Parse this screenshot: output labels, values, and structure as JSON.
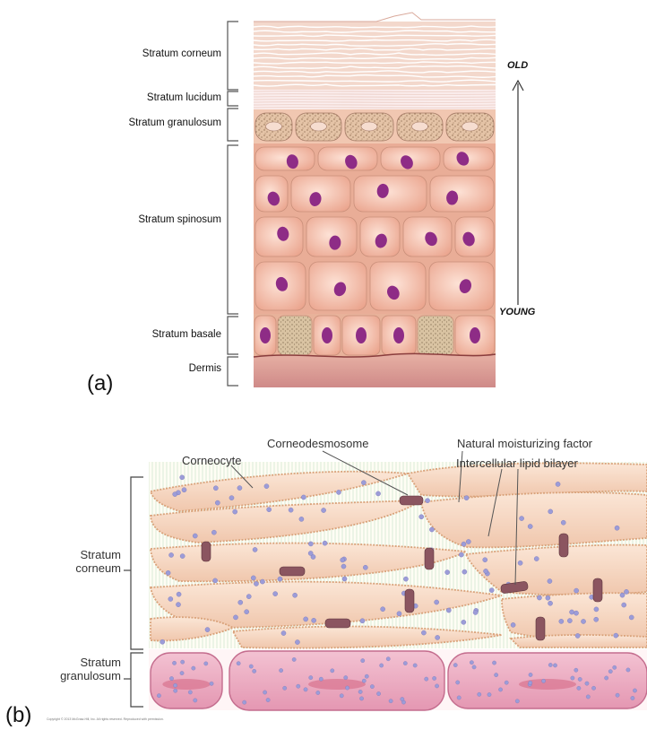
{
  "panel_a": {
    "tag": "(a)",
    "layers": [
      {
        "key": "corneum",
        "label": "Stratum corneum"
      },
      {
        "key": "lucidum",
        "label": "Stratum lucidum"
      },
      {
        "key": "granulosum",
        "label": "Stratum granulosum"
      },
      {
        "key": "spinosum",
        "label": "Stratum spinosum"
      },
      {
        "key": "basale",
        "label": "Stratum basale"
      },
      {
        "key": "dermis",
        "label": "Dermis"
      }
    ],
    "arrow_top_label": "OLD",
    "arrow_bottom_label": "YOUNG"
  },
  "panel_b": {
    "tag": "(b)",
    "labels": {
      "corneocyte": "Corneocyte",
      "corneodesmosome": "Corneodesmosome",
      "nmf": "Natural moisturizing factor",
      "lipid": "Intercellular lipid bilayer",
      "corneum_1": "Stratum",
      "corneum_2": "corneum",
      "granulosum_1": "Stratum",
      "granulosum_2": "granulosum"
    },
    "copyright": "Copyright © 2013 McGraw-Hill, Inc. All rights reserved. Reproduced with permission."
  },
  "colors": {
    "corneum": "#f2d4c8",
    "lucidum": "#fbeeee",
    "granulosum": "#e8bfa9",
    "cell": "#f5c3ad",
    "cell_edge": "#c98f7a",
    "nucleus": "#8e2c86",
    "dermis": "#d99c95",
    "b_cell": "#f6d9c4",
    "b_granulosum": "#e9a8bd",
    "b_desmosome": "#8b5560",
    "b_dot": "#9c9cd8"
  }
}
